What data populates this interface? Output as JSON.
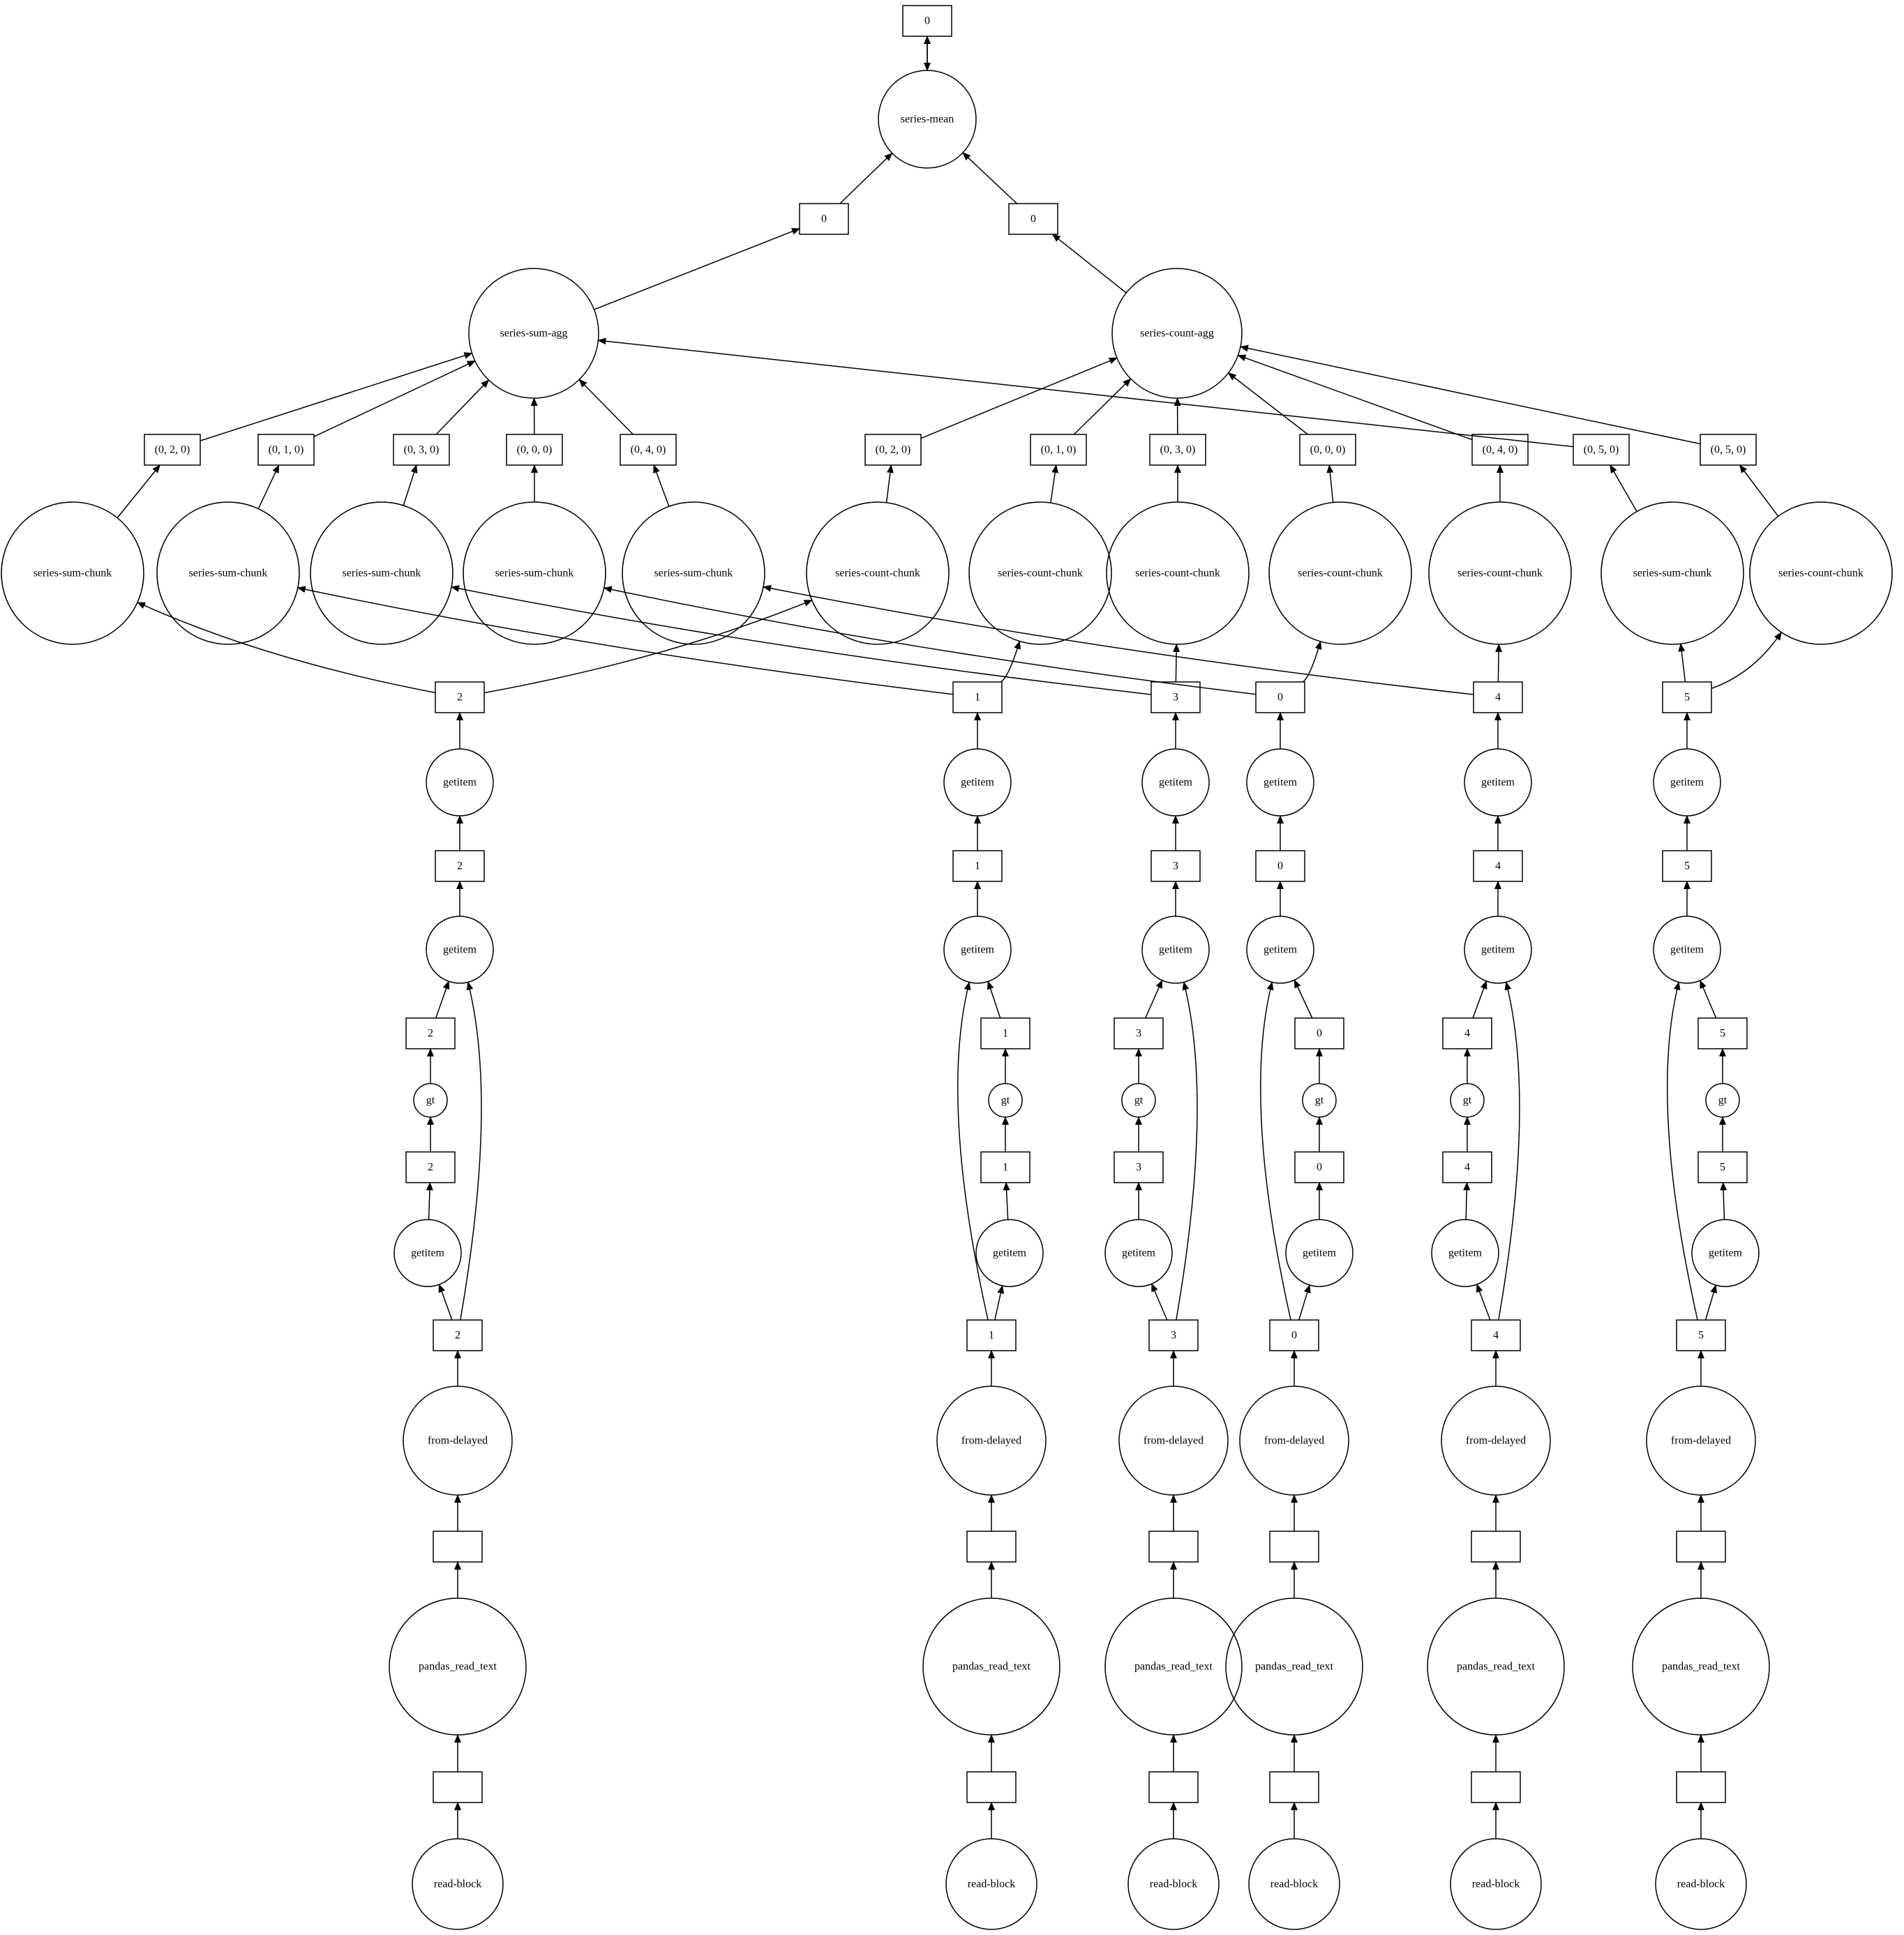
{
  "graph": {
    "labels": {
      "series_mean": "series-mean",
      "series_sum_agg": "series-sum-agg",
      "series_count_agg": "series-count-agg",
      "series_sum_chunk": "series-sum-chunk",
      "series_count_chunk": "series-count-chunk",
      "getitem": "getitem",
      "gt": "gt",
      "from_delayed": "from-delayed",
      "pandas_read_text": "pandas_read_text",
      "read_block": "read-block"
    },
    "top_output": "0",
    "mean_inputs": [
      "0",
      "0"
    ],
    "sum_agg_inputs": [
      "(0, 2, 0)",
      "(0, 1, 0)",
      "(0, 3, 0)",
      "(0, 0, 0)",
      "(0, 4, 0)",
      "(0, 5, 0)"
    ],
    "count_agg_inputs": [
      "(0, 2, 0)",
      "(0, 1, 0)",
      "(0, 3, 0)",
      "(0, 0, 0)",
      "(0, 4, 0)",
      "(0, 5, 0)"
    ],
    "partitions": [
      "2",
      "1",
      "3",
      "0",
      "4",
      "5"
    ]
  }
}
